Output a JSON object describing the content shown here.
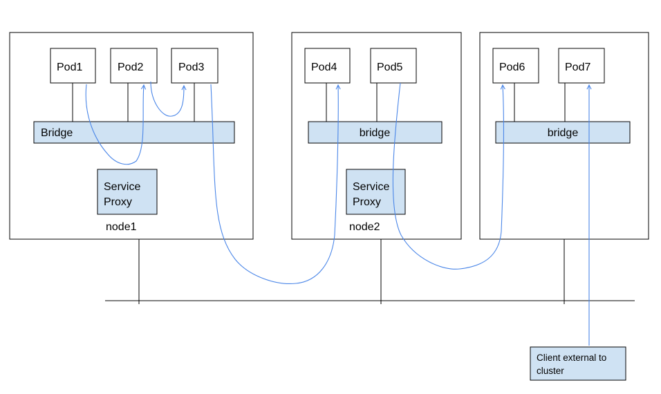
{
  "colors": {
    "box_stroke": "#000000",
    "fill": "#cfe2f3",
    "flow": "#4a86e8"
  },
  "nodes": [
    {
      "label": "node1",
      "pods": [
        "Pod1",
        "Pod2",
        "Pod3"
      ],
      "bridge": "Bridge",
      "proxy": [
        "Service",
        "Proxy"
      ]
    },
    {
      "label": "node2",
      "pods": [
        "Pod4",
        "Pod5"
      ],
      "bridge": "bridge",
      "proxy": [
        "Service",
        "Proxy"
      ]
    },
    {
      "label": "",
      "pods": [
        "Pod6",
        "Pod7"
      ],
      "bridge": "bridge"
    }
  ],
  "client": {
    "line1": "Client external to",
    "line2": "cluster"
  }
}
